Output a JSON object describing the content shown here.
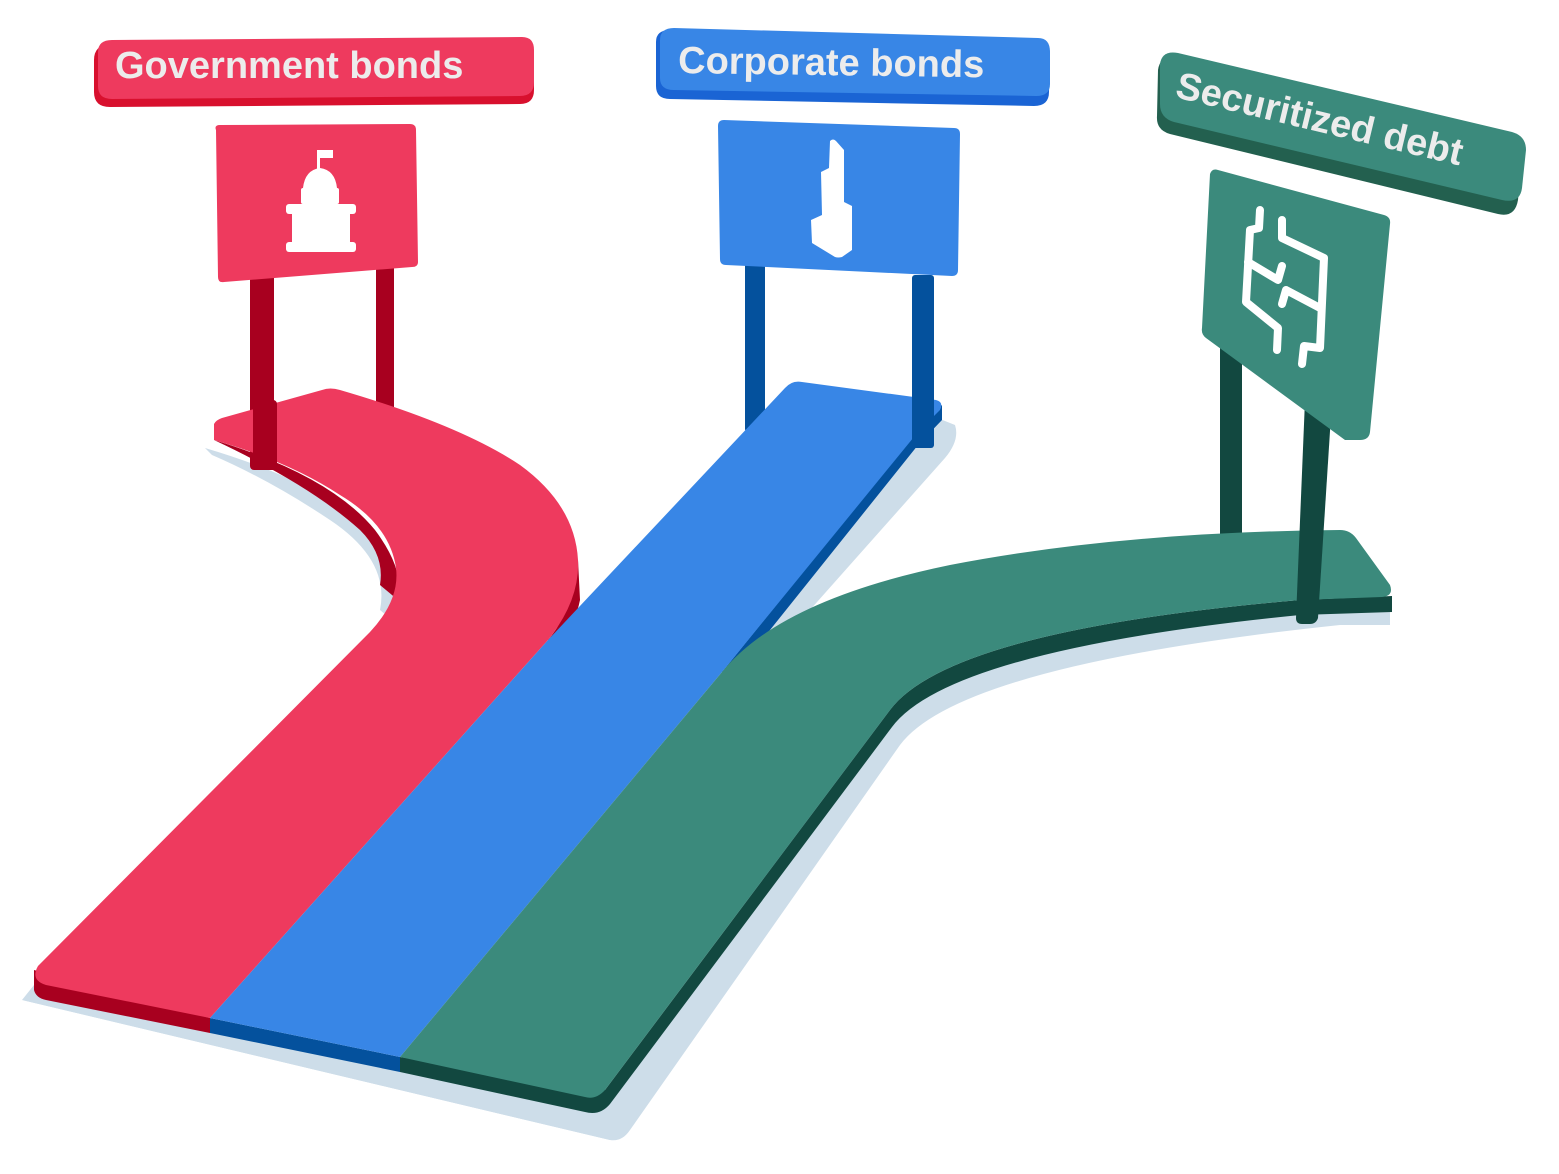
{
  "illustration": {
    "paths": [
      {
        "id": "government",
        "label": "Government bonds",
        "icon": "capitol-building-icon",
        "colors": {
          "surface": "#ee3a5e",
          "edge": "#a8001f",
          "post": "#a8001f",
          "label_edge": "#d8102e"
        }
      },
      {
        "id": "corporate",
        "label": "Corporate bonds",
        "icon": "skyscraper-icon",
        "colors": {
          "surface": "#3886e6",
          "edge": "#04519d",
          "post": "#04519d",
          "label_edge": "#1a64d4"
        }
      },
      {
        "id": "securitized",
        "label": "Securitized debt",
        "icon": "circuit-dollar-icon",
        "colors": {
          "surface": "#3b8a7c",
          "edge": "#124840",
          "post": "#124840",
          "label_edge": "#23604f"
        }
      }
    ],
    "shadow_color": "#cddde9",
    "text_color": "#ececec"
  }
}
